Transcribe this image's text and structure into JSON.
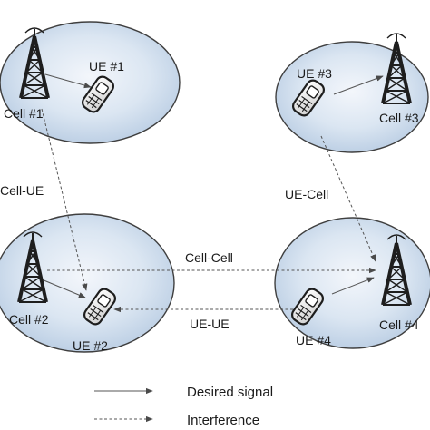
{
  "cells": [
    {
      "id": "cell1",
      "label": "Cell #1"
    },
    {
      "id": "cell2",
      "label": "Cell #2"
    },
    {
      "id": "cell3",
      "label": "Cell #3"
    },
    {
      "id": "cell4",
      "label": "Cell #4"
    }
  ],
  "ues": [
    {
      "id": "ue1",
      "label": "UE #1"
    },
    {
      "id": "ue2",
      "label": "UE #2"
    },
    {
      "id": "ue3",
      "label": "UE #3"
    },
    {
      "id": "ue4",
      "label": "UE #4"
    }
  ],
  "links": {
    "cell_ue": "Cell-UE",
    "ue_cell": "UE-Cell",
    "cell_cell": "Cell-Cell",
    "ue_ue": "UE-UE"
  },
  "legend": {
    "desired": "Desired signal",
    "interference": "Interference"
  },
  "colors": {
    "cell_fill_light": "#eef3fa",
    "cell_fill_dark": "#b9cde3",
    "cell_stroke": "#3f3f3f",
    "arrow": "#555555",
    "tower": "#1e1e1e"
  },
  "icons": {
    "tower": "cell-tower-icon",
    "phone": "phone-icon"
  }
}
